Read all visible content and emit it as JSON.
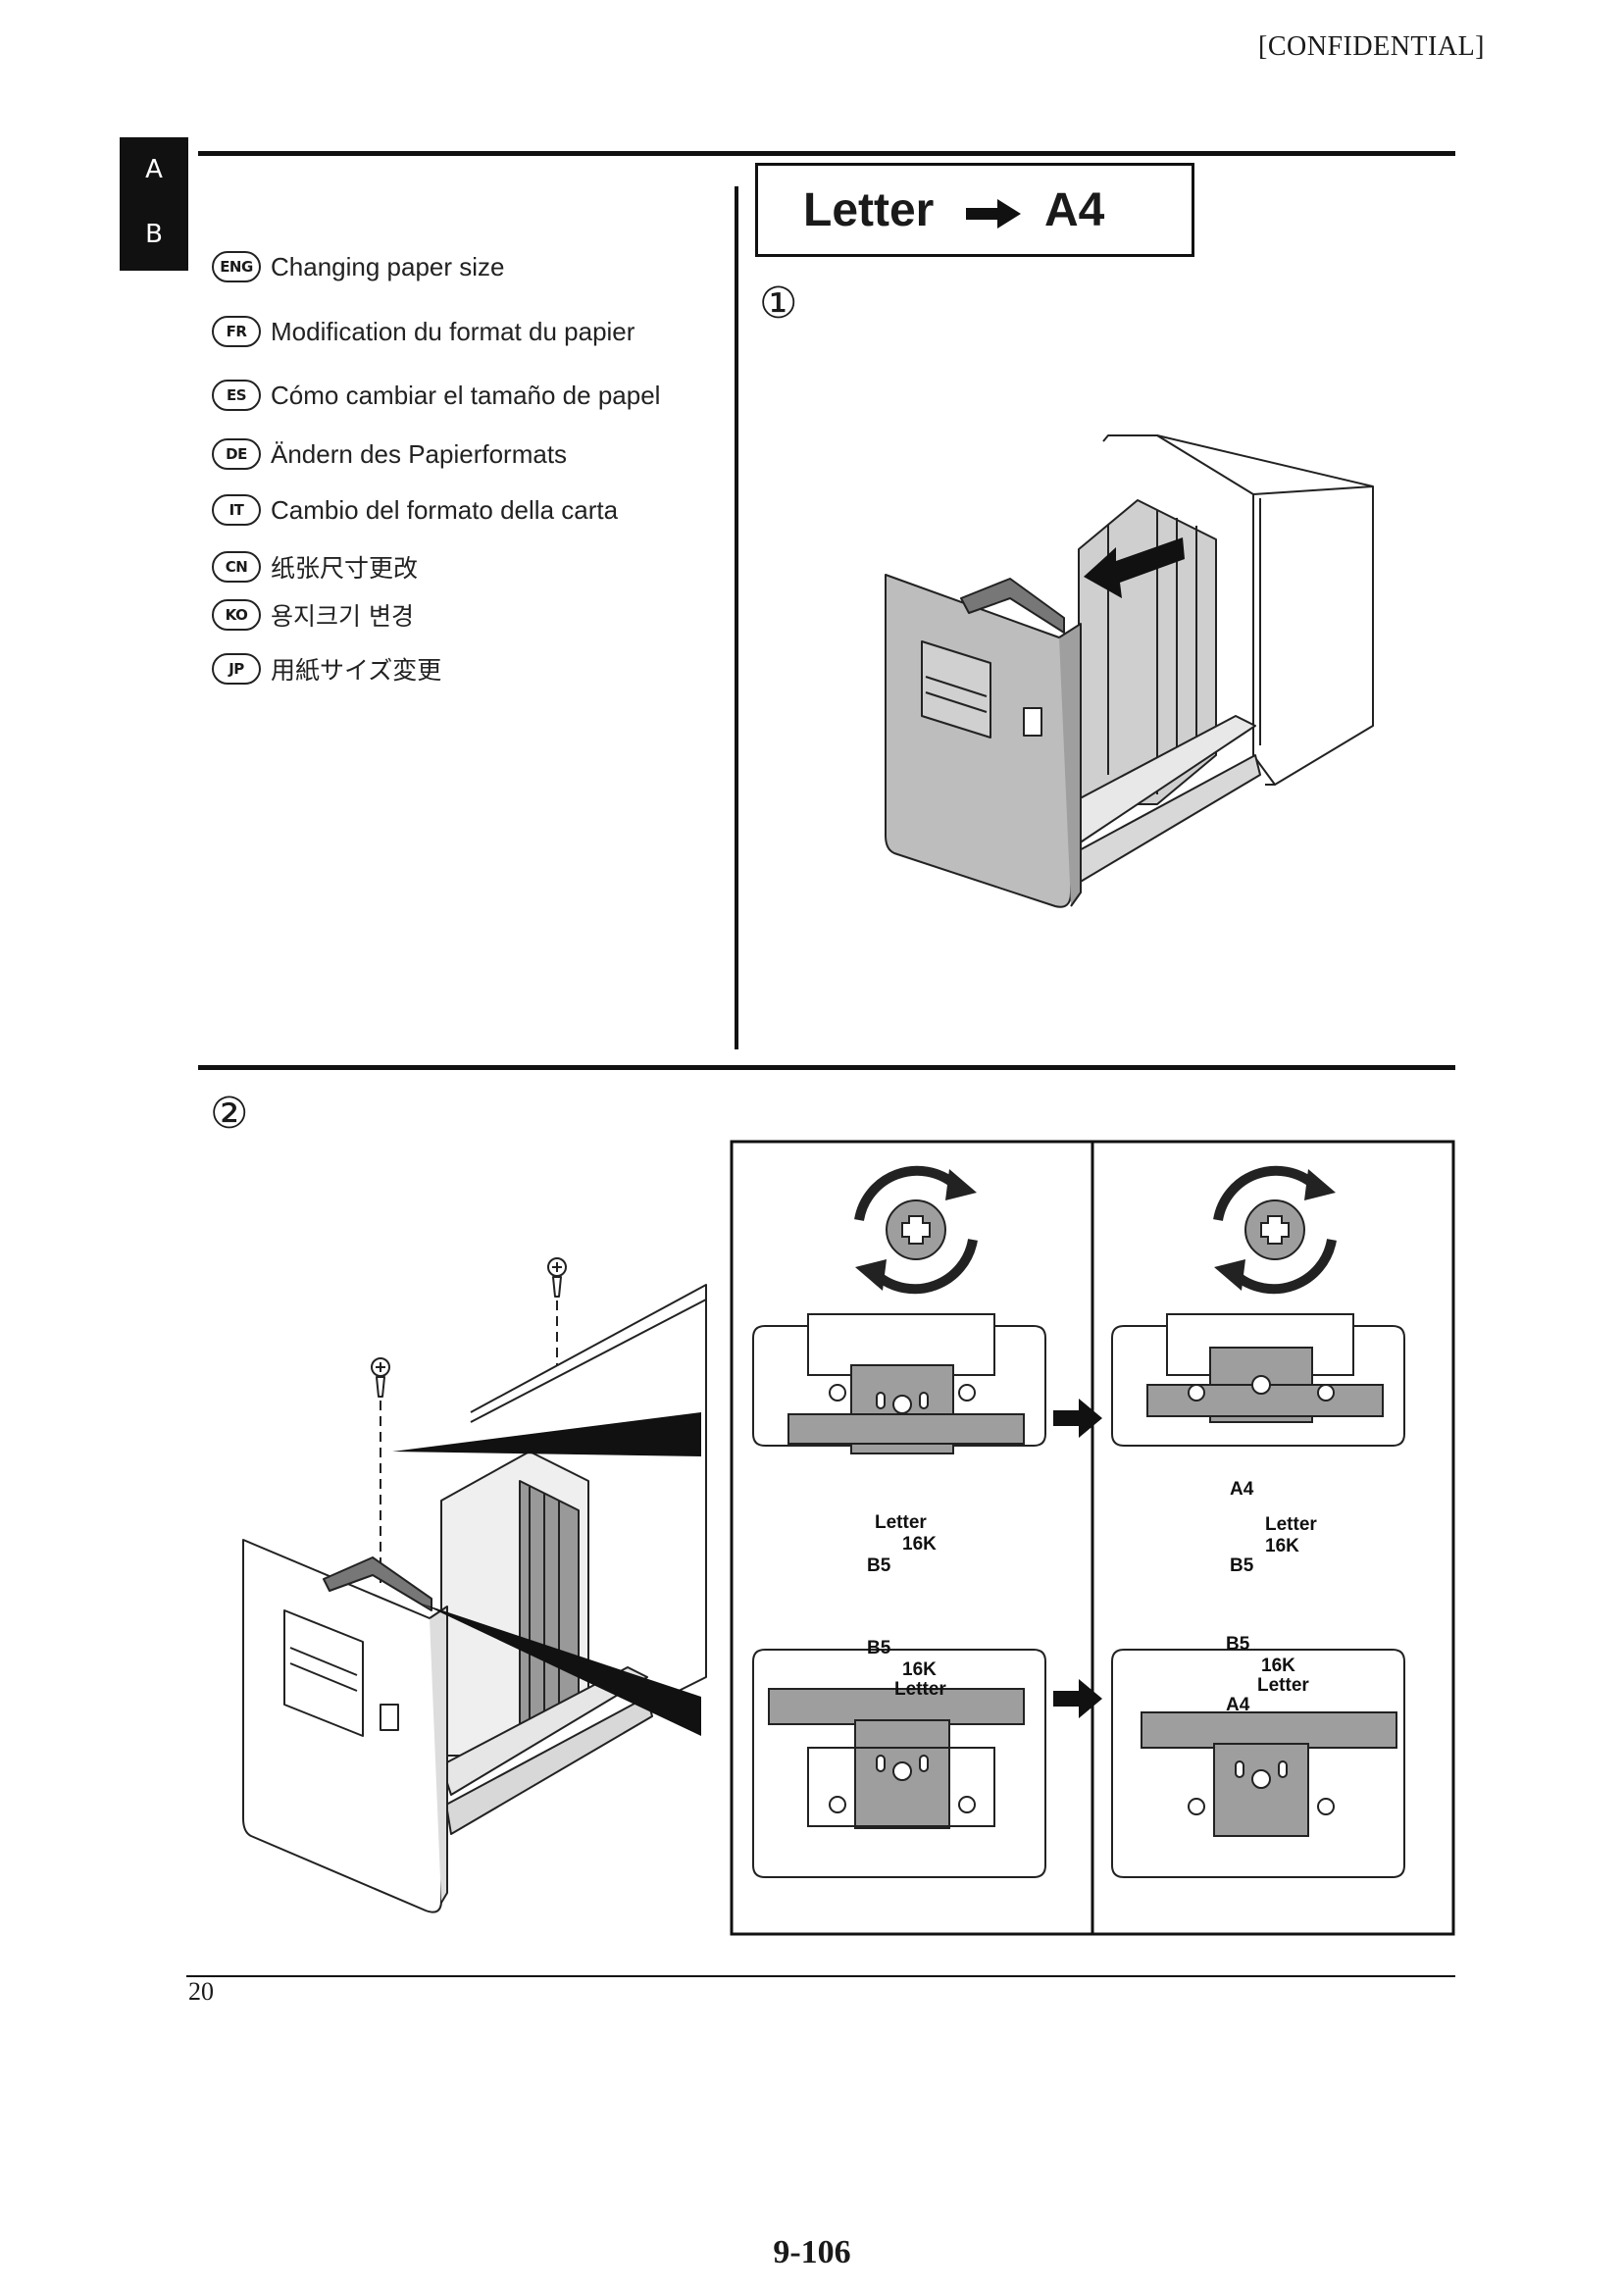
{
  "header": {
    "confidential": "[CONFIDENTIAL]"
  },
  "side_tab": {
    "top": "A",
    "bottom": "B"
  },
  "title": {
    "from": "Letter",
    "to": "A4"
  },
  "languages": [
    {
      "code": "ENG",
      "text": "Changing paper size"
    },
    {
      "code": "FR",
      "text": "Modification du format du papier"
    },
    {
      "code": "ES",
      "text": "Cómo cambiar el tamaño de papel"
    },
    {
      "code": "DE",
      "text": "Ändern des Papierformats"
    },
    {
      "code": "IT",
      "text": "Cambio del formato della carta"
    },
    {
      "code": "CN",
      "text": "纸张尺寸更改"
    },
    {
      "code": "KO",
      "text": "용지크기 변경"
    },
    {
      "code": "JP",
      "text": "用紙サイズ変更"
    }
  ],
  "steps": {
    "step1": "①",
    "step2": "②"
  },
  "guide_labels": {
    "letter": "Letter",
    "k16": "16K",
    "b5": "B5",
    "a4": "A4"
  },
  "footer": {
    "page_small": "20",
    "page_big": "9-106"
  }
}
